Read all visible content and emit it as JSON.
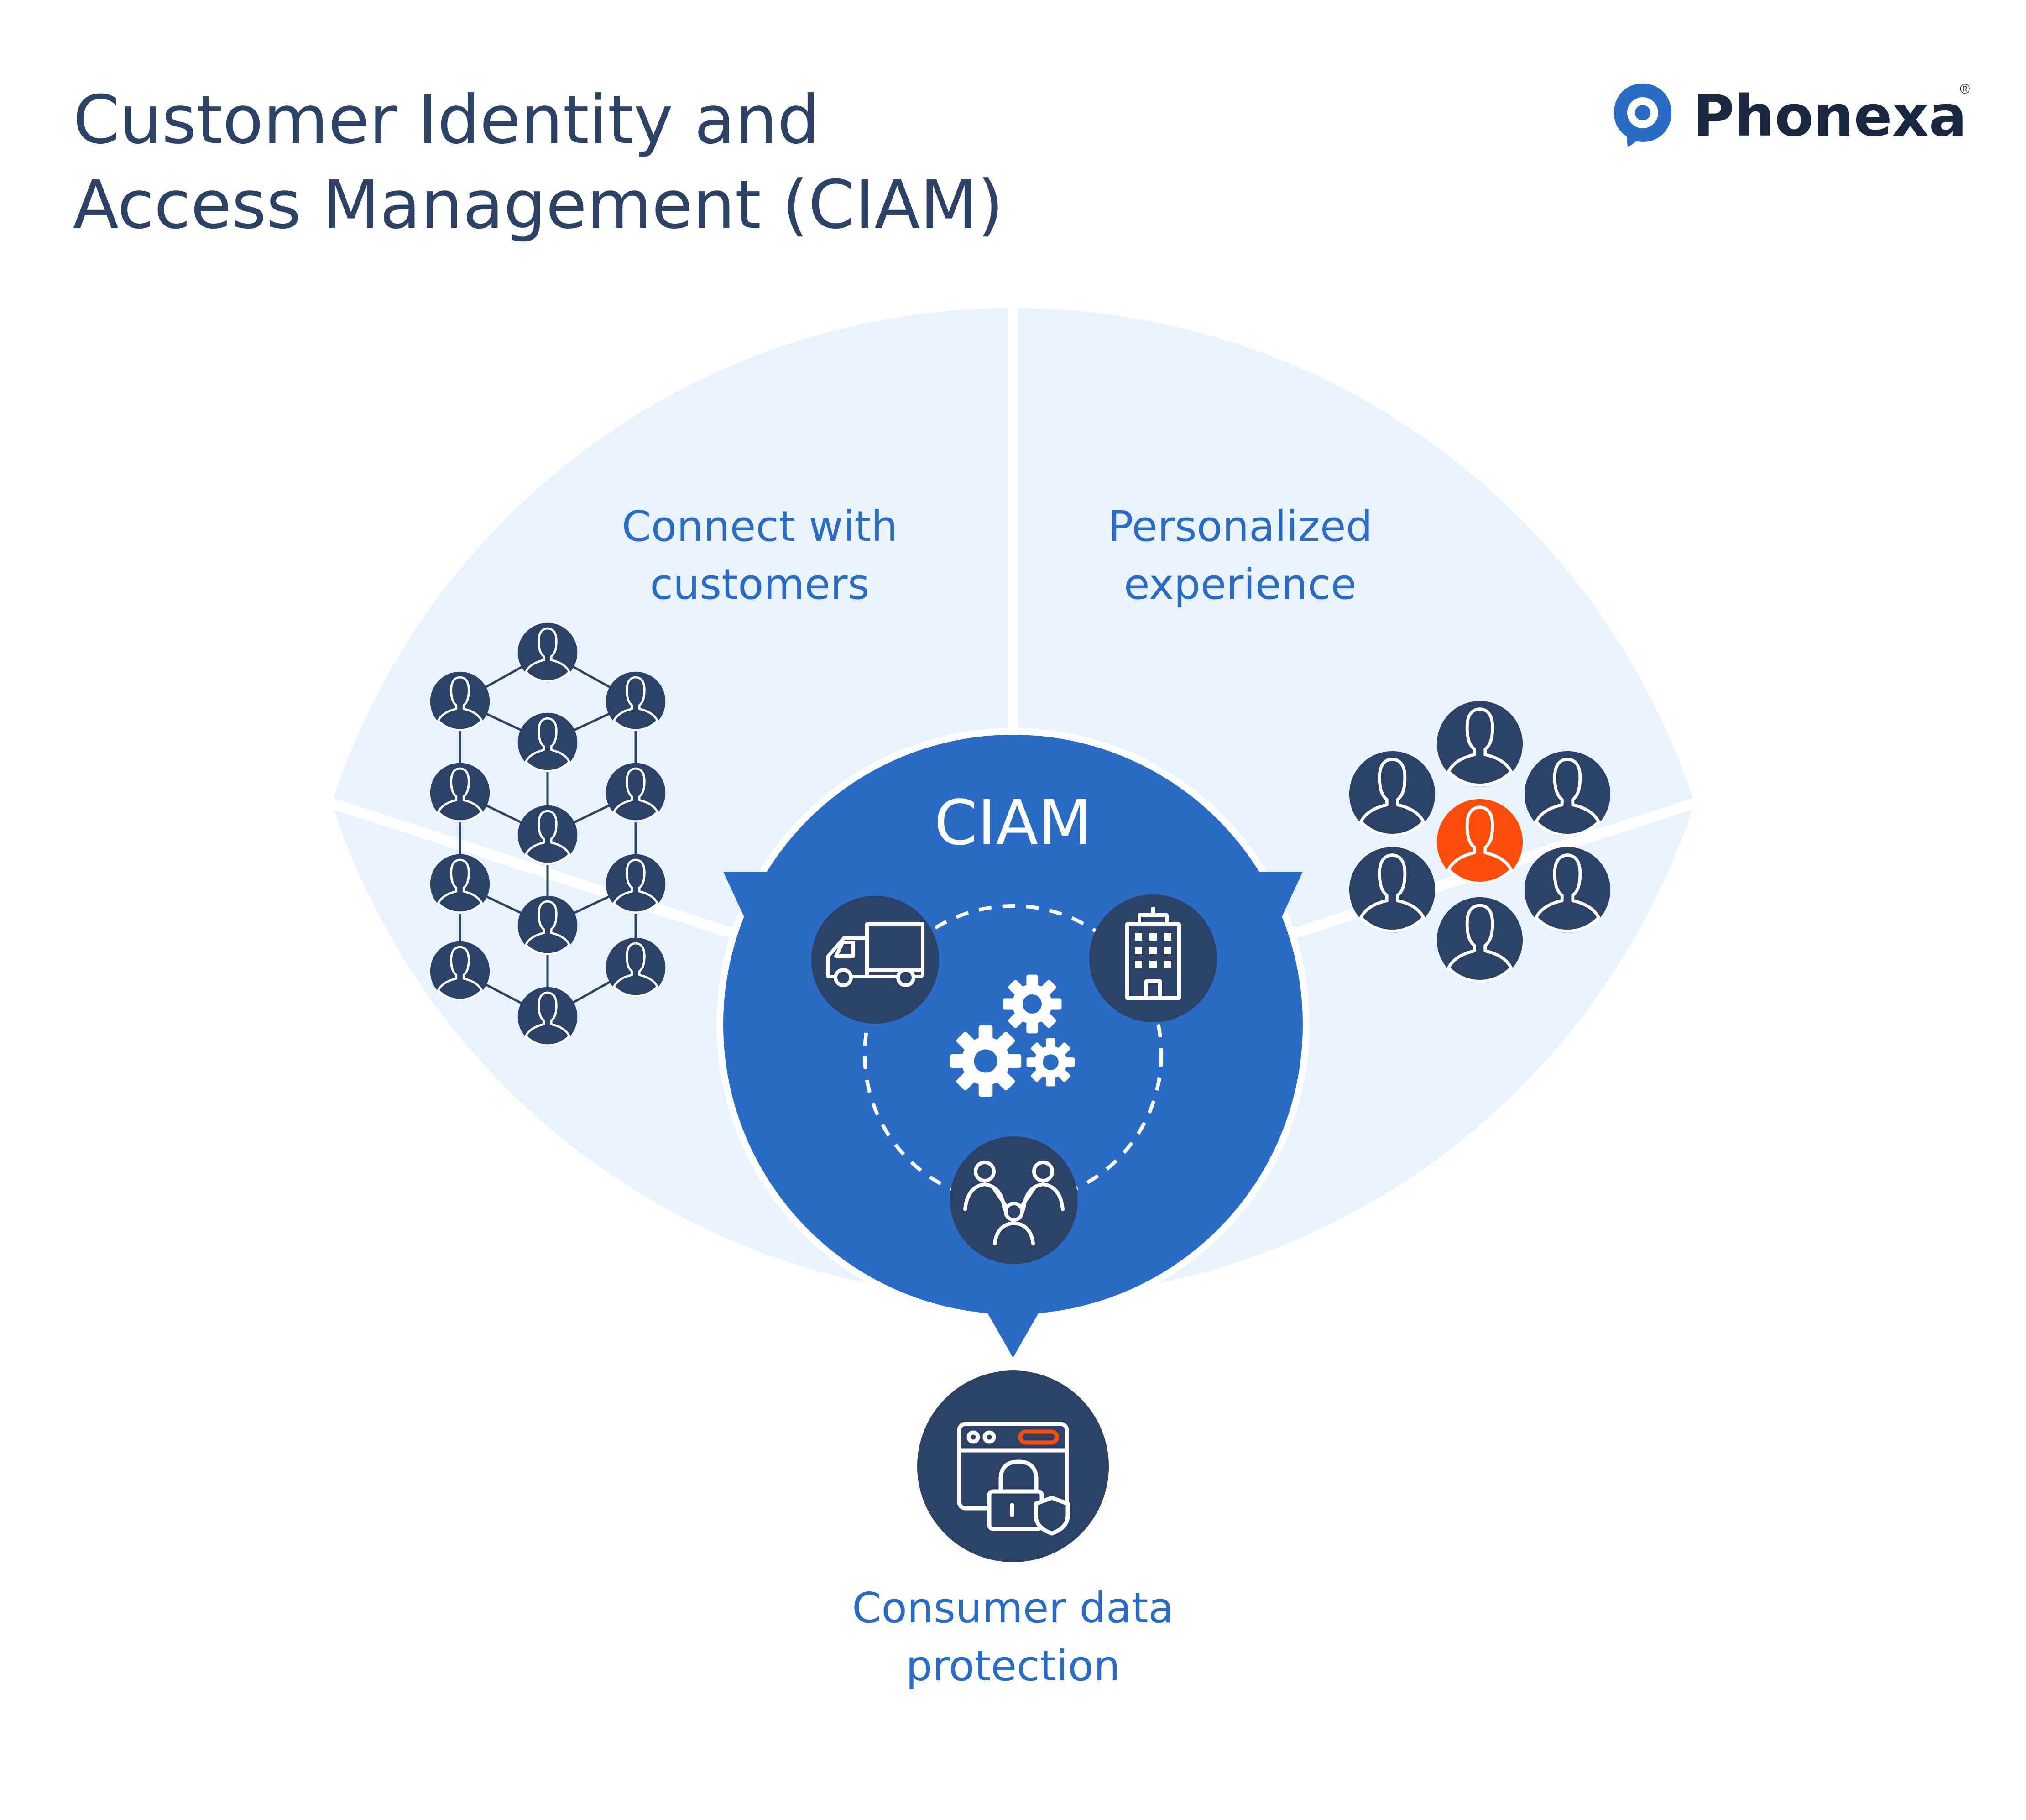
{
  "header": {
    "title_line1": "Customer Identity and",
    "title_line2": "Access Management (CIAM)"
  },
  "brand": {
    "name": "Phonexa",
    "registered_mark": "®",
    "logo_icon": "speech-bubble-location-pin-icon"
  },
  "colors": {
    "segment_fill": "#e8f3fd",
    "core_blue": "#2a6bc5",
    "navy": "#2c4166",
    "label_blue": "#2a6bc5",
    "accent_orange": "#fc4d0b"
  },
  "diagram": {
    "center": {
      "label": "CIAM",
      "icons": [
        "delivery-truck-icon",
        "office-building-icon",
        "people-network-icon",
        "gears-icon"
      ]
    },
    "segments": [
      {
        "id": "connect",
        "line1": "Connect with",
        "line2": "customers",
        "icon": "user-network-honeycomb-icon"
      },
      {
        "id": "personalized",
        "line1": "Personalized",
        "line2": "experience",
        "icon": "user-group-highlight-icon"
      },
      {
        "id": "protection",
        "line1": "Consumer data",
        "line2": "protection",
        "icon": "secure-browser-lock-icon"
      }
    ]
  }
}
